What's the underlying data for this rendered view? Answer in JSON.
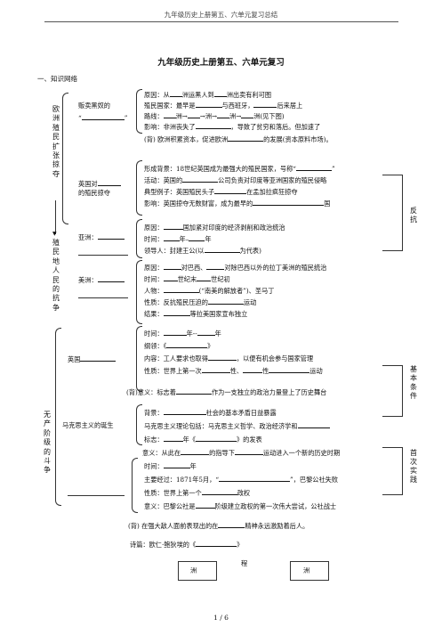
{
  "header": {
    "text": "九年级历史上册第五、六单元复习总结"
  },
  "title": "九年级历史上册第五、六单元复习",
  "section1": "一、知识网络",
  "left_vertical": {
    "colonial": "欧洲殖民扩张掠夺",
    "resistance": "殖民地人民的抗争",
    "proletariat": "无产阶级的斗争"
  },
  "slave": {
    "label_a": "贩卖黑奴的",
    "label_b": "“",
    "label_c": "”",
    "l1": [
      "原因：从",
      "洲运黑人到",
      "洲出卖有利可图"
    ],
    "l2": [
      "殖民国家：最早是",
      "与西班牙，",
      "后来居上"
    ],
    "l3": [
      "路线：",
      "洲→",
      "→洲→",
      "洲→",
      "洲(见下图)"
    ],
    "l4": [
      "影响：非洲丧失了",
      "，导致了贫穷和落后。但加速了"
    ]
  },
  "britain": {
    "label_a": "英国对",
    "label_b": "的殖民掠夺",
    "l0": [
      "(背)",
      "欧洲积累资本，促进欧洲",
      "的发展(资本原料市场)。"
    ],
    "l1": [
      "形成背景：18世纪英国成为最强大的殖民国家，号称“",
      "”"
    ],
    "l2": [
      "活动：英国的",
      "公司负责对印度等亚洲国家的殖民侵略"
    ],
    "l3": [
      "典型例子：英国殖民头子",
      "在孟加拉疯狂掠夺"
    ],
    "l4": [
      "影响：英国掠夺无数财富，成为最早的",
      "国"
    ]
  },
  "asia": {
    "label": "亚洲：",
    "l1": [
      "原因：",
      "国加紧对印度的经济剥削和政治统治"
    ],
    "l2": [
      "时间：",
      "年–",
      "年"
    ],
    "l3": [
      "领导人：封建王公(以",
      "为代表)"
    ]
  },
  "america": {
    "label": "美洲：",
    "l1": [
      "原因：",
      "对巴西、",
      "对除巴西以外的拉丁美洲的殖民统治"
    ],
    "l2": [
      "时间：",
      "世纪末",
      "世纪初"
    ],
    "l3": [
      "人物：",
      "(“南美的解放者”)、圣马丁"
    ],
    "l4": [
      "性质：反抗殖民压迫的",
      "运动"
    ],
    "l5": [
      "结果：",
      "等拉美国家宣布独立"
    ]
  },
  "chartism": {
    "label": "英国",
    "l1": [
      "时间：",
      "年--",
      "年"
    ],
    "l2": [
      "纲领：《",
      "》"
    ],
    "l3": [
      "内容：工人要求也取得",
      "，以便有机会参与国家管理"
    ],
    "l4": [
      "性质：世界上第一次",
      "性、",
      "性",
      "运动"
    ],
    "l5": [
      "(背)",
      "意义：标志着",
      "作为一支独立的政治力量登上了历史舞台"
    ]
  },
  "marxism": {
    "label": "马克思主义的诞生",
    "l1": [
      "背景：",
      "社会的基本矛盾日益暴露"
    ],
    "l2": [
      "马克思主义理论包括：马克思主义哲学、政治经济学和"
    ],
    "l3": [
      "标志：",
      "年《",
      "》的发表"
    ],
    "l4": [
      "意义：从此在",
      "的指导下",
      "运动进入一个新的历史时期"
    ]
  },
  "commune": {
    "l1": [
      "时间：",
      "年"
    ],
    "l2": [
      "主要经过：1871年5月，“",
      "”，巴黎公社失败"
    ],
    "l3": [
      "性质：世界上第一个",
      "政权"
    ],
    "l4": [
      "意义：巴黎公社是",
      "阶级建立政权的第一次伟大尝试，公社战士"
    ],
    "l5": [
      "(背)",
      "在强大敌人面前表现出的在",
      "精神永远激励着后人。"
    ]
  },
  "poem": [
    "诗篇：欧仁·鲍狄埃的《",
    "》"
  ],
  "side_labels": {
    "resist": "反抗",
    "base": "基本条件",
    "first": "首次实践"
  },
  "bottom": {
    "left": "洲",
    "mid": "程",
    "right": "洲"
  },
  "footer": "1 / 6"
}
